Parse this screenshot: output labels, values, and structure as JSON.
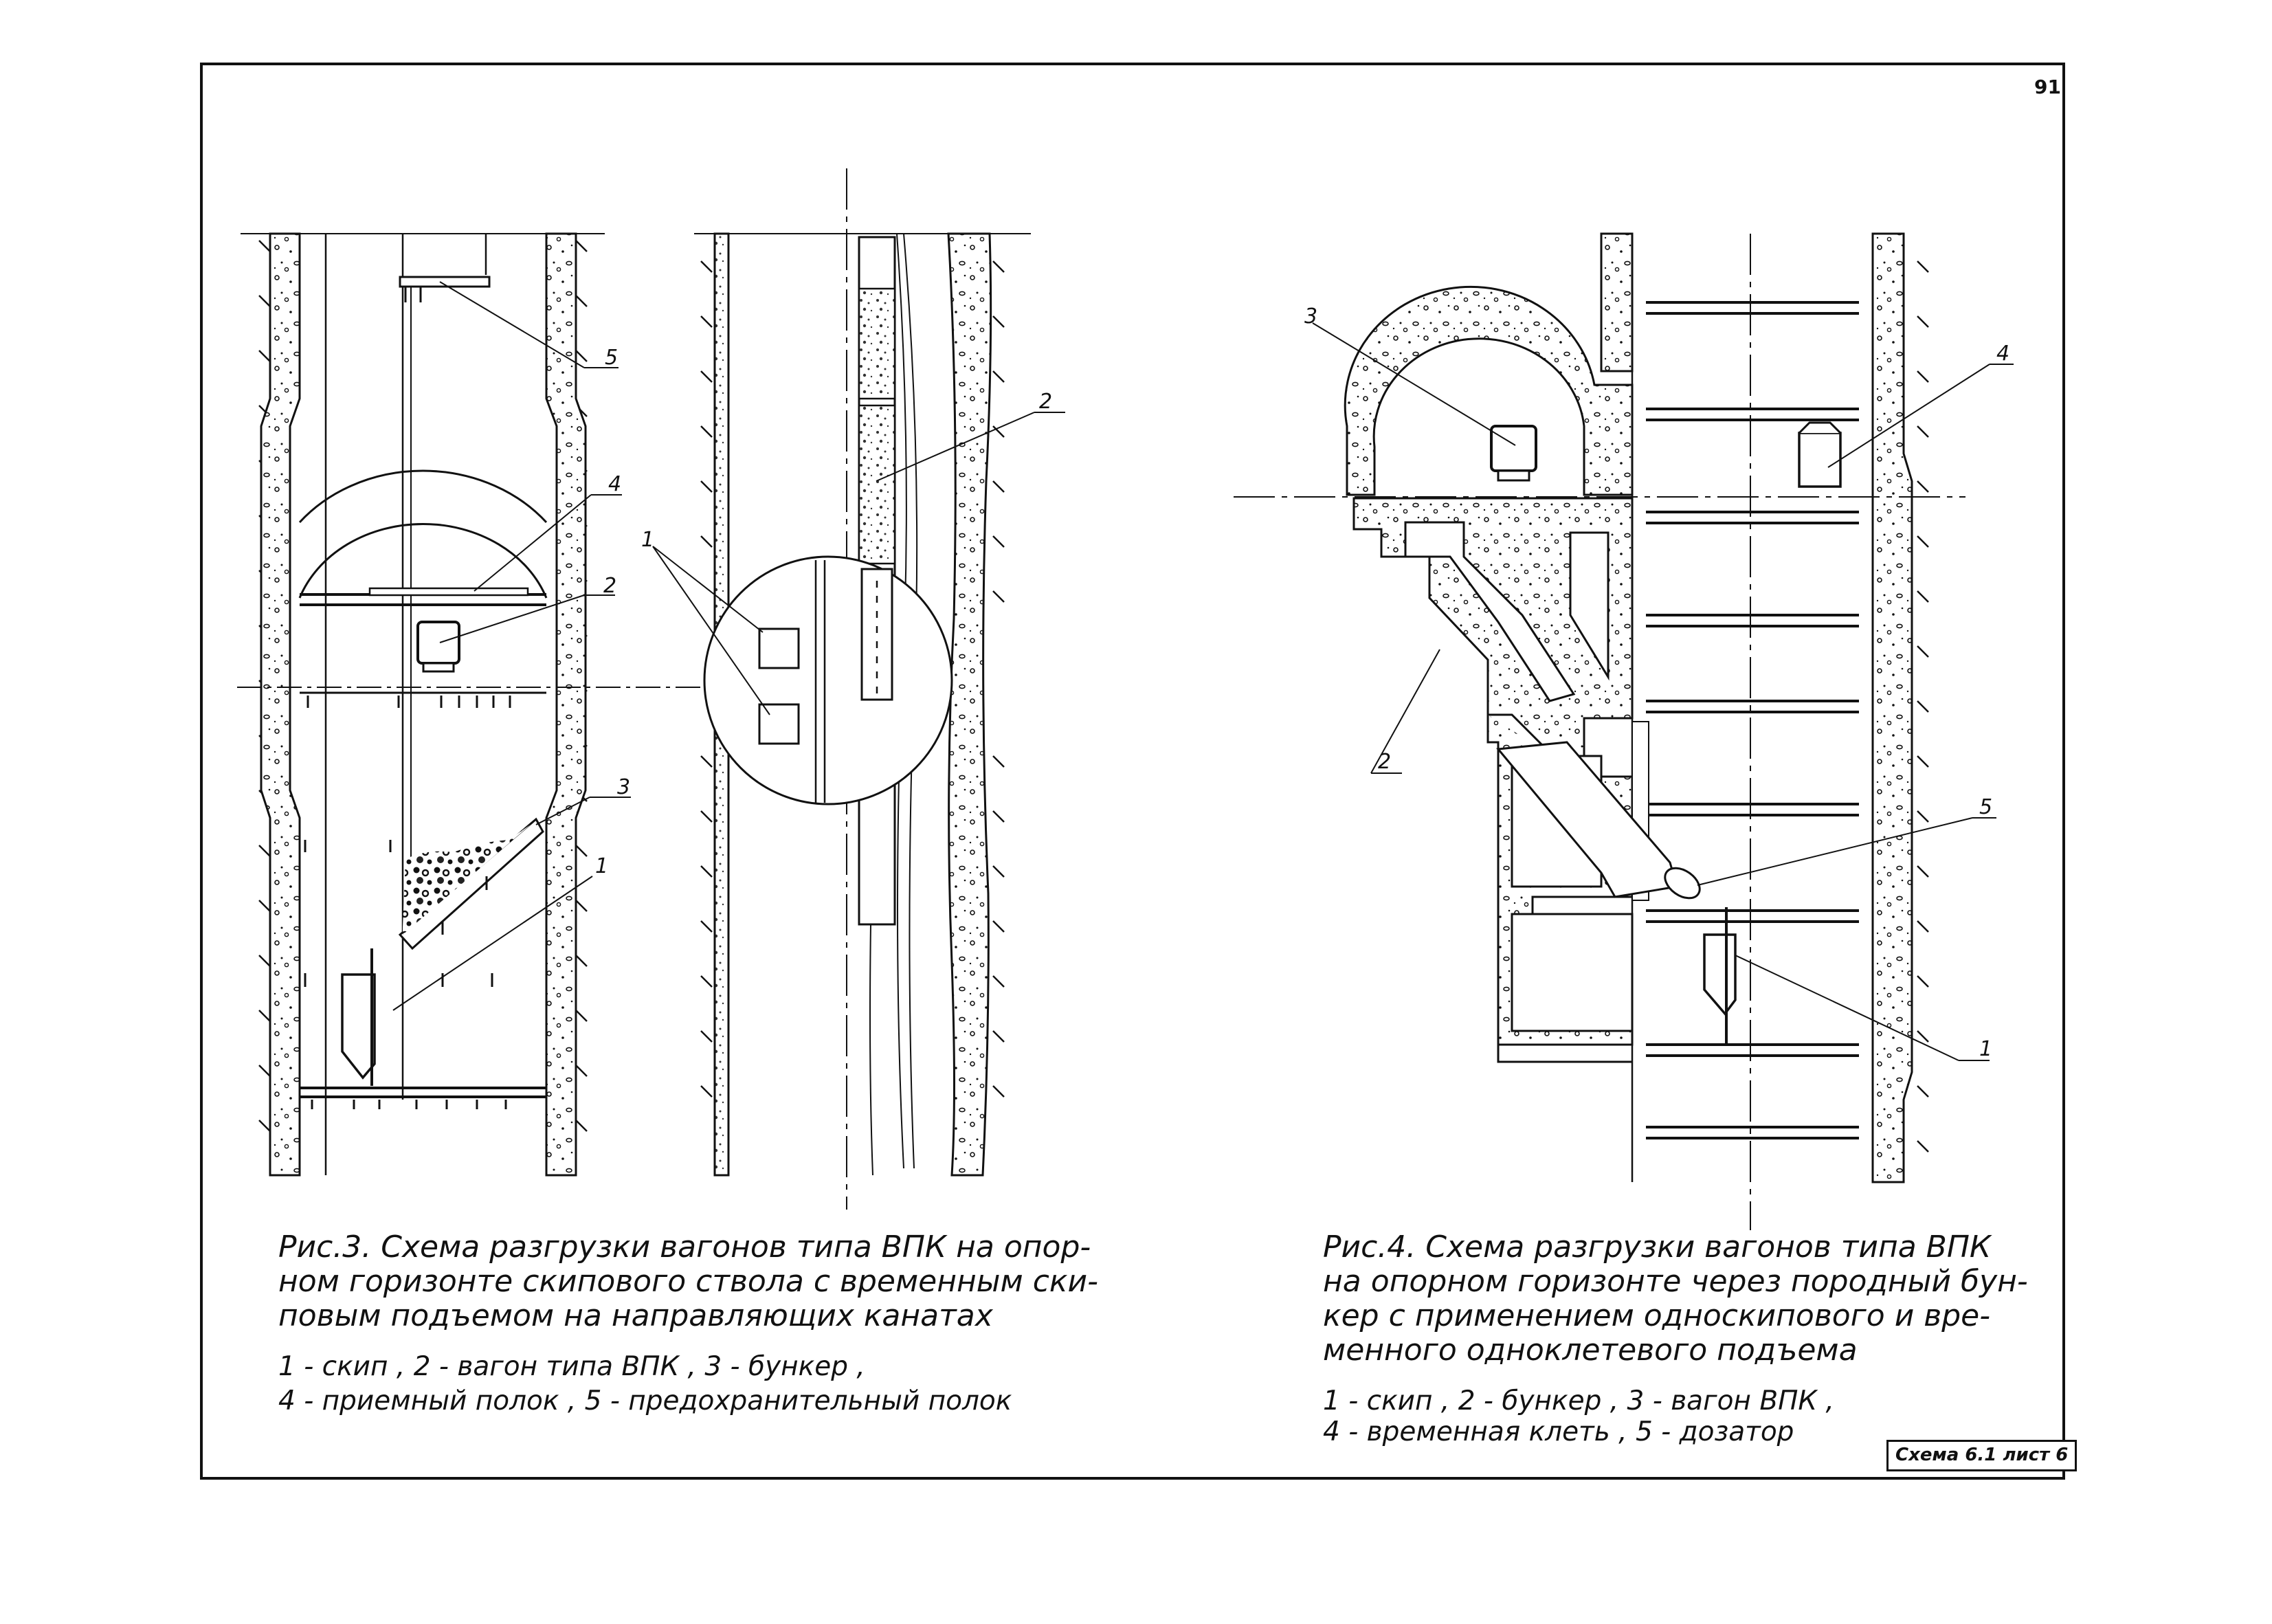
{
  "page_number": "91",
  "stamp": "Схема 6.1 лист 6",
  "figure3": {
    "callouts": [
      "1",
      "2",
      "3",
      "4",
      "5"
    ],
    "middle_callouts": [
      "1",
      "2"
    ],
    "caption_lines": [
      "Рис.3. Схема разгрузки вагонов типа ВПК на опор-",
      "ном горизонте скипового ствола с временным ски-",
      "повым подъемом на направляющих канатах"
    ],
    "legend_lines": [
      "1 - скип ,   2 - вагон типа ВПК ,   3 - бункер ,",
      "4 - приемный полок ,  5 - предохранительный полок"
    ]
  },
  "figure4": {
    "callouts": [
      "1",
      "2",
      "3",
      "4",
      "5"
    ],
    "caption_lines": [
      "Рис.4. Схема разгрузки вагонов типа ВПК",
      "на опорном горизонте через породный бун-",
      "кер с применением односкипового и вре-",
      "менного одноклетевого подъема"
    ],
    "legend_lines": [
      "1 - скип ,   2 - бункер ,   3 - вагон ВПК ,",
      "4 - временная клеть ,    5 - дозатор"
    ]
  }
}
